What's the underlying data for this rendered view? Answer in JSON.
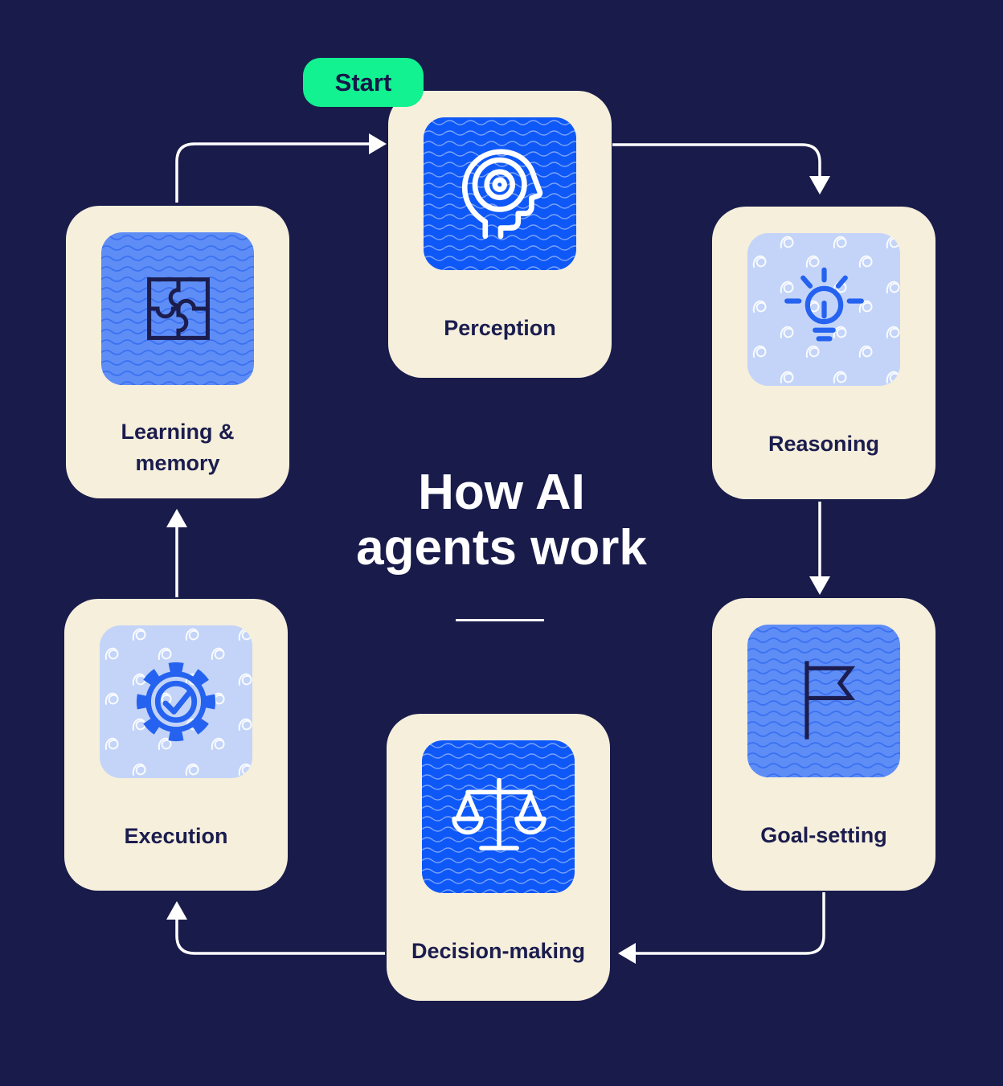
{
  "title": {
    "line1": "How AI",
    "line2": "agents work"
  },
  "start_badge": {
    "label": "Start"
  },
  "nodes": [
    {
      "id": "perception",
      "label": "Perception",
      "icon": "head-profile-target-icon",
      "tile_style": "bright-blue-waves"
    },
    {
      "id": "reasoning",
      "label": "Reasoning",
      "icon": "lightbulb-icon",
      "tile_style": "light-blue-squiggles"
    },
    {
      "id": "goal-setting",
      "label": "Goal-setting",
      "icon": "flag-icon",
      "tile_style": "medium-blue-waves"
    },
    {
      "id": "decision-making",
      "label": "Decision-making",
      "icon": "balance-scale-icon",
      "tile_style": "bright-blue-waves"
    },
    {
      "id": "execution",
      "label": "Execution",
      "icon": "gear-check-icon",
      "tile_style": "light-blue-squiggles"
    },
    {
      "id": "learning-memory",
      "label": "Learning & memory",
      "icon": "puzzle-icon",
      "tile_style": "medium-blue-waves"
    }
  ],
  "flow": [
    "learning-memory -> perception",
    "perception -> reasoning",
    "reasoning -> goal-setting",
    "goal-setting -> decision-making",
    "decision-making -> execution",
    "execution -> learning-memory"
  ],
  "colors": {
    "background_navy": "#191b4a",
    "card_cream": "#f6efdc",
    "tile_bright_blue": "#0e58f7",
    "tile_medium_blue": "#5e8df6",
    "tile_light_blue": "#c3d4f8",
    "icon_blue_stroke": "#2562ef",
    "icon_navy_stroke": "#1b1d4e",
    "start_green": "#12f290",
    "arrow_white": "#ffffff"
  }
}
